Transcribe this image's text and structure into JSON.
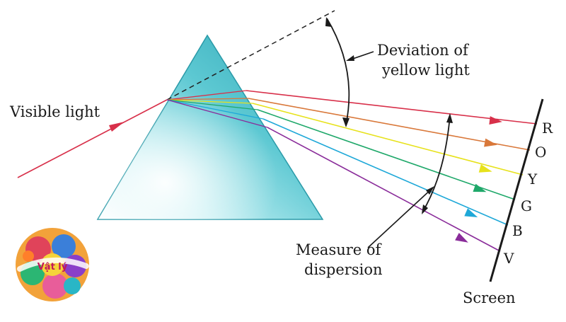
{
  "labels": {
    "visible_light": "Visible light",
    "deviation_line1": "Deviation of",
    "deviation_line2": "yellow light",
    "dispersion_line1": "Measure of",
    "dispersion_line2": "dispersion",
    "screen": "Screen"
  },
  "rays": [
    {
      "letter": "R",
      "color": "#d8304a"
    },
    {
      "letter": "O",
      "color": "#d9783a"
    },
    {
      "letter": "Y",
      "color": "#e7e21c"
    },
    {
      "letter": "G",
      "color": "#1fa86a"
    },
    {
      "letter": "B",
      "color": "#1ea8d8"
    },
    {
      "letter": "V",
      "color": "#8a2c9a"
    }
  ],
  "incident_color": "#d8304a",
  "prism_color": "#4cc3cf",
  "logo_text": "Vật lý"
}
